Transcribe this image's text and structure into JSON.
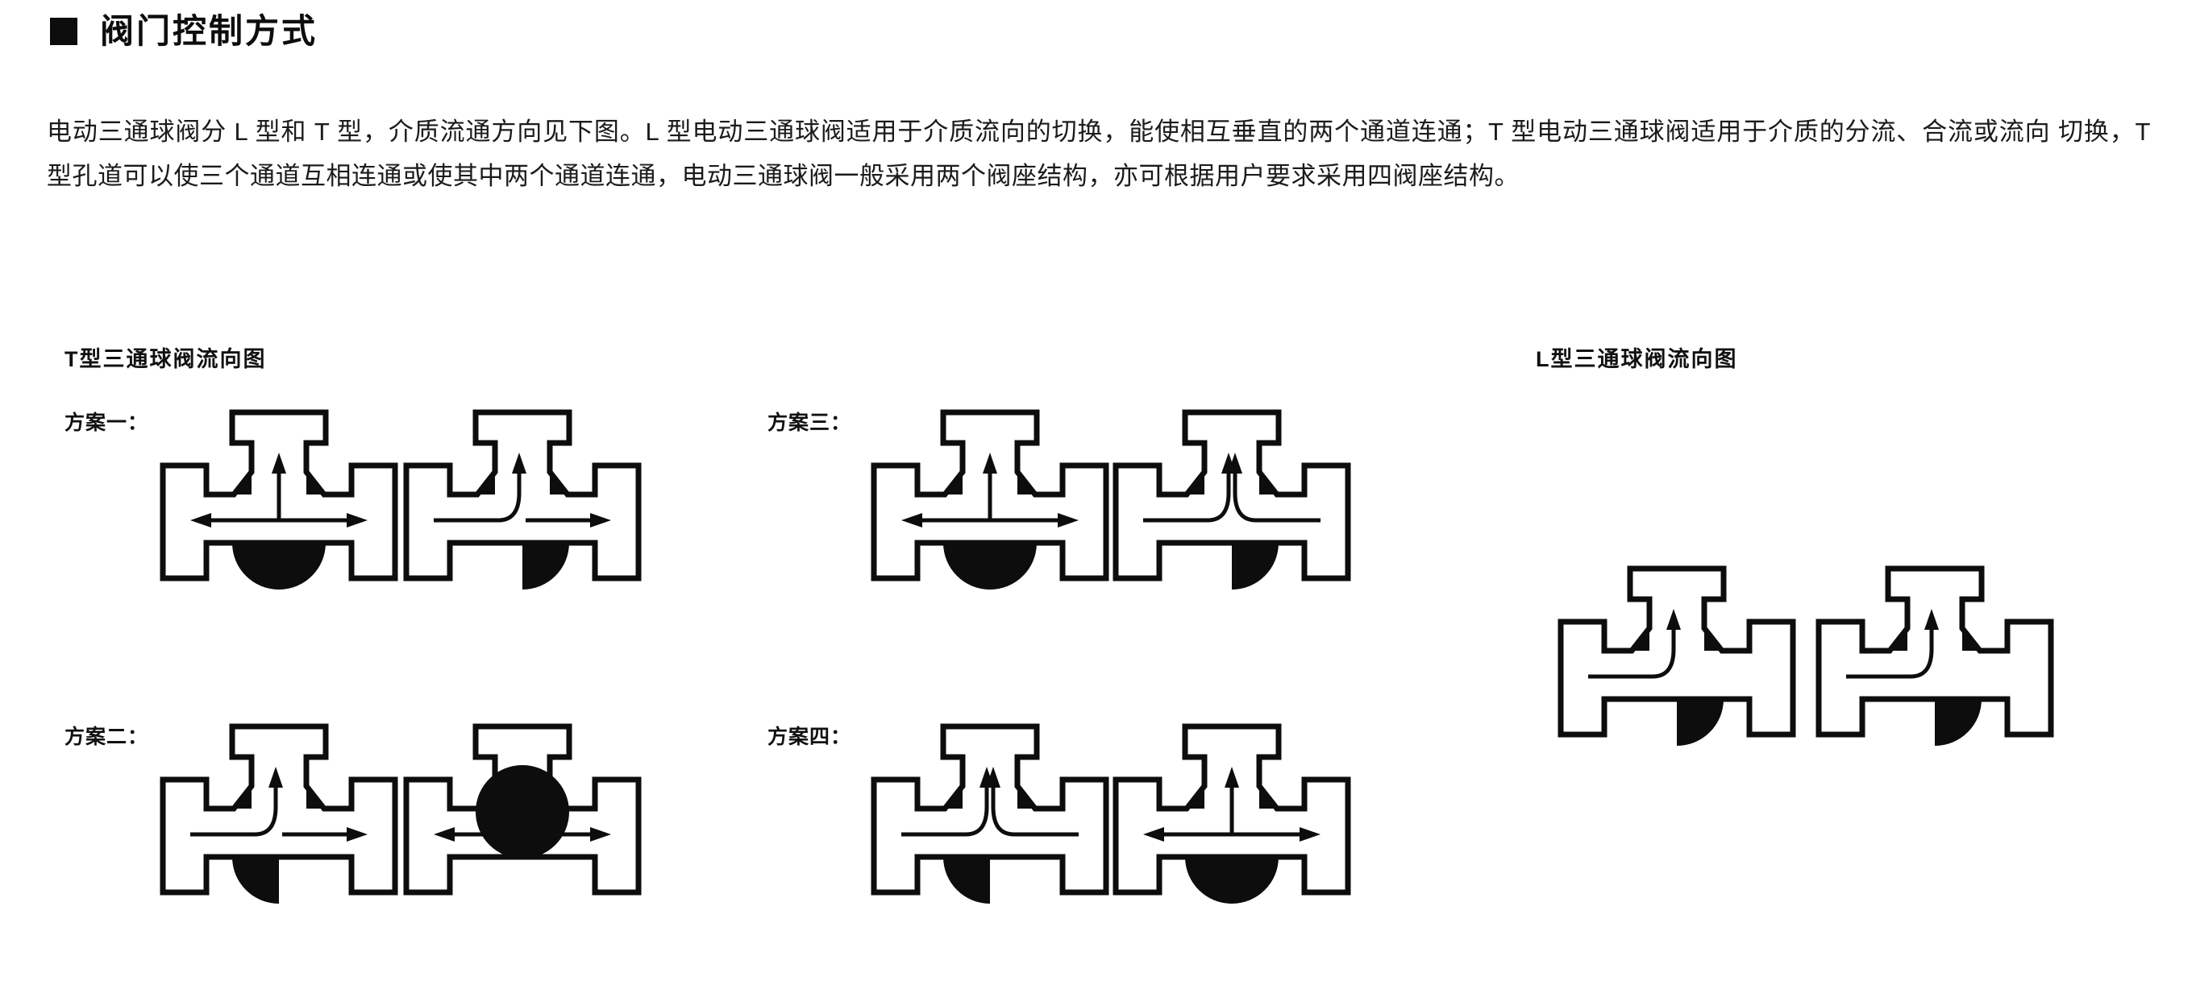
{
  "title": {
    "bullet": "square-bullet",
    "text": "阀门控制方式"
  },
  "paragraph": {
    "text": "电动三通球阀分 L 型和 T 型，介质流通方向见下图。L 型电动三通球阀适用于介质流向的切换，能使相互垂直的两个通道连通；T 型电动三通球阀适用于介质的分流、合流或流向 切换，T 型孔道可以使三个通道互相连通或使其中两个通道连通，电动三通球阀一般采用两个阀座结构，亦可根据用户要求采用四阀座结构。"
  },
  "sections": {
    "t_type_heading": "T型三通球阀流向图",
    "l_type_heading": "L型三通球阀流向图"
  },
  "schemes": [
    {
      "label": "方案一："
    },
    {
      "label": "方案二："
    },
    {
      "label": "方案三："
    },
    {
      "label": "方案四："
    }
  ],
  "colors": {
    "ink": "#0d0d0d",
    "paper": "#ffffff",
    "body_text": "#1b1b1b"
  },
  "diagrams": {
    "t_type": {
      "scheme_one": [
        {
          "name": "t-valve-split-up-and-through",
          "ports": [
            "top",
            "left",
            "right"
          ],
          "ball_port": "T",
          "arrows": [
            "left-out",
            "right-out",
            "up-out"
          ]
        },
        {
          "name": "t-valve-left-to-top-right",
          "ports": [
            "top",
            "left",
            "right"
          ],
          "ball_port": "T",
          "arrows": [
            "left-in",
            "up-out",
            "right-out"
          ]
        }
      ],
      "scheme_two": [
        {
          "name": "t-valve-left-in-up-out",
          "ports": [
            "top",
            "left",
            "right"
          ],
          "ball_port": "T",
          "arrows": [
            "left-in",
            "up-out",
            "right-out"
          ]
        },
        {
          "name": "t-valve-straight-through",
          "ports": [
            "top",
            "left",
            "right"
          ],
          "ball_port": "T",
          "arrows": [
            "left-in",
            "right-out"
          ]
        }
      ],
      "scheme_three": [
        {
          "name": "t-valve-up-and-across",
          "ports": [
            "top",
            "left",
            "right"
          ],
          "ball_port": "T",
          "arrows": [
            "up-out",
            "left-out",
            "right-out"
          ]
        },
        {
          "name": "t-valve-merge-to-up",
          "ports": [
            "top",
            "left",
            "right"
          ],
          "ball_port": "T",
          "arrows": [
            "left-in",
            "right-in",
            "up-out"
          ]
        }
      ],
      "scheme_four": [
        {
          "name": "t-valve-converge-up",
          "ports": [
            "top",
            "left",
            "right"
          ],
          "ball_port": "T",
          "arrows": [
            "left-in",
            "right-in",
            "up-out"
          ]
        },
        {
          "name": "t-valve-through-with-up",
          "ports": [
            "top",
            "left",
            "right"
          ],
          "ball_port": "T",
          "arrows": [
            "left-in",
            "right-out",
            "up-out"
          ]
        }
      ]
    },
    "l_type": [
      {
        "name": "l-valve-left-to-top",
        "ports": [
          "top",
          "left",
          "right"
        ],
        "ball_port": "L",
        "arrows": [
          "left-in",
          "up-out"
        ]
      },
      {
        "name": "l-valve-right-to-top",
        "ports": [
          "top",
          "left",
          "right"
        ],
        "ball_port": "L",
        "arrows": [
          "left-in",
          "up-out"
        ]
      }
    ]
  }
}
